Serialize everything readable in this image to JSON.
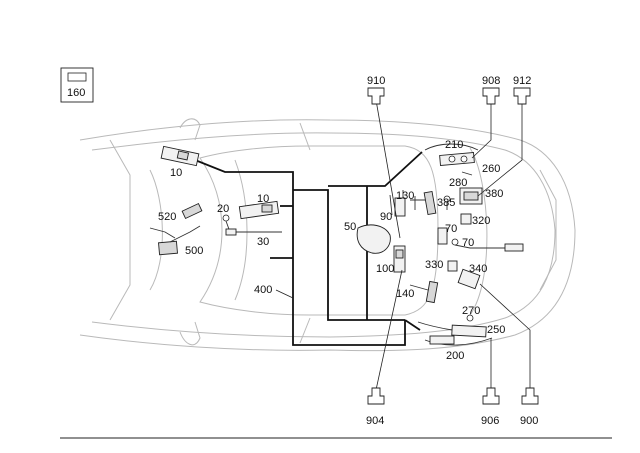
{
  "legend": {
    "label": "160"
  },
  "callouts": {
    "c10a": "10",
    "c10b": "10",
    "c20": "20",
    "c30": "30",
    "c50": "50",
    "c70a": "70",
    "c70b": "70",
    "c90": "90",
    "c100": "100",
    "c130": "130",
    "c140": "140",
    "c200": "200",
    "c210": "210",
    "c250": "250",
    "c260": "260",
    "c270": "270",
    "c280": "280",
    "c320": "320",
    "c330": "330",
    "c340": "340",
    "c380": "380",
    "c385": "385",
    "c400": "400",
    "c500": "500",
    "c520": "520"
  },
  "detail_refs": {
    "r910": "910",
    "r908": "908",
    "r912": "912",
    "r904": "904",
    "r906": "906",
    "r900": "900"
  }
}
